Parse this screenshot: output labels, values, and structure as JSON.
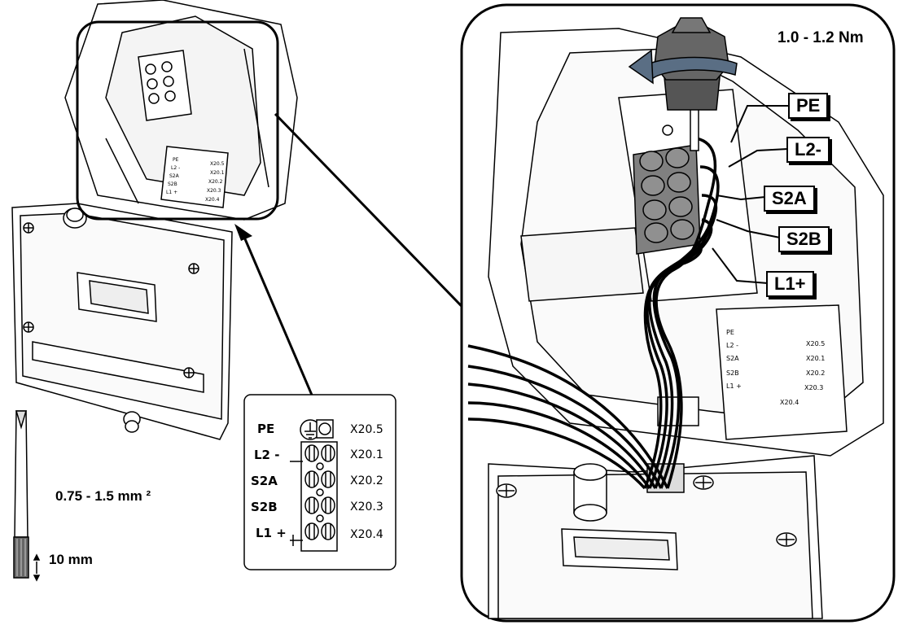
{
  "torque": {
    "label": "1.0 - 1.2 Nm"
  },
  "wire_spec": {
    "cross_section": "0.75 - 1.5 mm ²",
    "strip_length": "10 mm"
  },
  "callouts": {
    "pe": "PE",
    "l2": "L2-",
    "s2a": "S2A",
    "s2b": "S2B",
    "l1": "L1+"
  },
  "terminal_legend": {
    "rows": [
      {
        "name": "PE",
        "id": "X20.5"
      },
      {
        "name": "L2 -",
        "id": "X20.1"
      },
      {
        "name": "S2A",
        "id": "X20.2"
      },
      {
        "name": "S2B",
        "id": "X20.3"
      },
      {
        "name": "L1 +",
        "id": "X20.4"
      }
    ]
  },
  "mini_label": {
    "rows": [
      {
        "name": "PE",
        "id": "X20.5"
      },
      {
        "name": "L2 -",
        "id": "X20.1"
      },
      {
        "name": "S2A",
        "id": "X20.2"
      },
      {
        "name": "S2B",
        "id": "X20.3"
      },
      {
        "name": "L1 +",
        "id": "X20.4"
      }
    ]
  },
  "colors": {
    "line": "#000000",
    "block": "#808080",
    "panel": "#ffffff",
    "tool_grip": "#555555"
  }
}
